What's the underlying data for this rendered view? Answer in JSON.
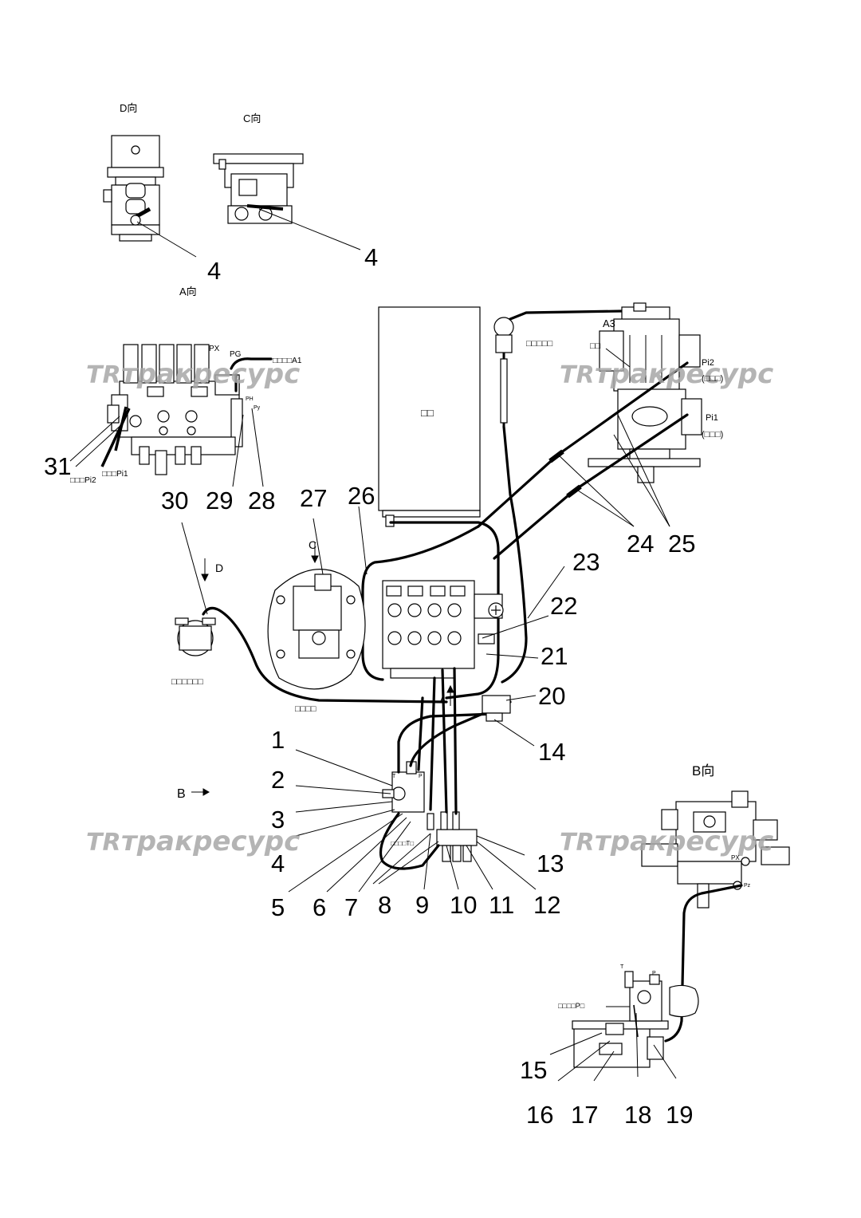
{
  "views": {
    "d": "D向",
    "c": "C向",
    "a": "A向",
    "b": "B向"
  },
  "callouts": {
    "n1": "1",
    "n2": "2",
    "n3": "3",
    "n4": "4",
    "n5": "5",
    "n6": "6",
    "n7": "7",
    "n8": "8",
    "n9": "9",
    "n10": "10",
    "n11": "11",
    "n12": "12",
    "n13": "13",
    "n14": "14",
    "n15": "15",
    "n16": "16",
    "n17": "17",
    "n18": "18",
    "n19": "19",
    "n20": "20",
    "n21": "21",
    "n22": "22",
    "n23": "23",
    "n24": "24",
    "n25": "25",
    "n26": "26",
    "n27": "27",
    "n28": "28",
    "n29": "29",
    "n30": "30",
    "n31": "31"
  },
  "markers": {
    "a3": "A3",
    "px": "PX",
    "pg": "PG",
    "ph": "PH",
    "py": "Py",
    "pz": "Pz",
    "pi1": "Pi1",
    "pi2": "Pi2",
    "pi1_bracket": "(□□□)",
    "pi2_bracket": "(□□□)",
    "arrow_b": "B",
    "arrow_d": "D",
    "arrow_c": "C",
    "arrow_a": "A",
    "port_t": "T",
    "port_p": "P"
  },
  "notes": {
    "a1_port": "□□□□A1",
    "pi2_port": "□□□Pi2",
    "pi1_port": "□□□Pi1",
    "tank": "□□",
    "pump_tag": "□□",
    "filter": "□□□□□",
    "swing_motor": "□□□□□□",
    "travel_motor": "□□□□",
    "pilot_t": "□□□□T□",
    "pilot_p": "□□□□P□"
  },
  "watermark": {
    "logo": "TR",
    "text": "тракресурс"
  }
}
